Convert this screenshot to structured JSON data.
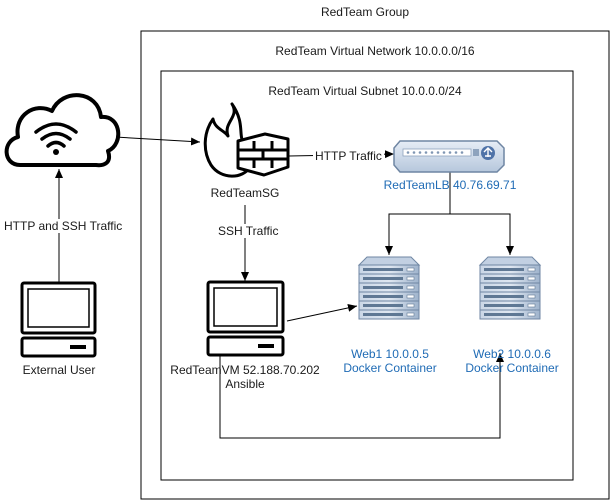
{
  "groups": {
    "resource_group": "RedTeam Group",
    "virtual_network": "RedTeam Virtual Network 10.0.0.0/16",
    "virtual_subnet": "RedTeam Virtual Subnet 10.0.0.0/24"
  },
  "nodes": {
    "security_group": {
      "label": "RedTeamSG",
      "icon": "firewall-icon"
    },
    "load_balancer": {
      "label": "RedTeamLB 40.76.69.71",
      "icon": "load-balancer-icon"
    },
    "internet": {
      "icon": "cloud-wifi-icon"
    },
    "external_user": {
      "label": "External User",
      "icon": "computer-icon"
    },
    "jump_box": {
      "label_line1": "RedTeamVM 52.188.70.202",
      "label_line2": "Ansible",
      "icon": "computer-icon"
    },
    "web1": {
      "label_line1": "Web1 10.0.0.5",
      "label_line2": "Docker Container",
      "icon": "server-icon"
    },
    "web2": {
      "label_line1": "Web2 10.0.0.6",
      "label_line2": "Docker Container",
      "icon": "server-icon"
    }
  },
  "edges": {
    "user_to_cloud": "HTTP and SSH Traffic",
    "sg_to_lb": "HTTP Traffic",
    "sg_to_vm": "SSH Traffic"
  },
  "colors": {
    "line": "#000000",
    "label_blue": "#1f6bb5",
    "server_blue": "#a9bcd6",
    "server_dark": "#5f7894"
  }
}
